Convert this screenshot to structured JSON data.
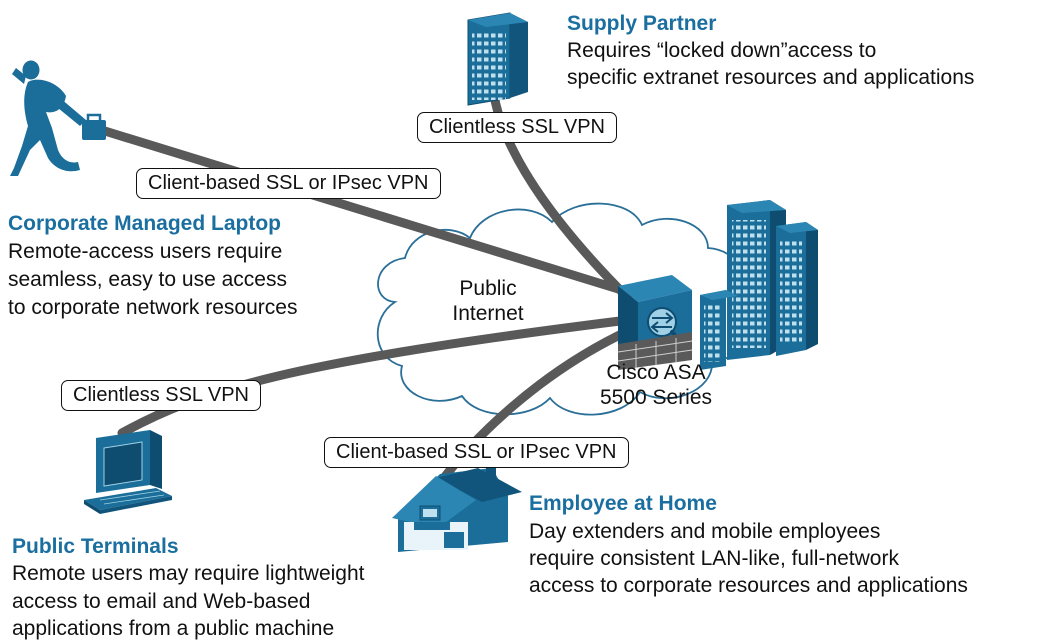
{
  "nodes": {
    "supply_partner": {
      "title": "Supply Partner",
      "desc": [
        "Requires “locked down”access to",
        "specific extranet resources and applications"
      ],
      "icon": "office-building-icon"
    },
    "corporate_laptop": {
      "title": "Corporate Managed Laptop",
      "desc": [
        "Remote-access users require",
        "seamless, easy to use access",
        "to corporate network resources"
      ],
      "icon": "running-businessman-icon"
    },
    "public_terminals": {
      "title": "Public Terminals",
      "desc": [
        "Remote users may require lightweight",
        "access to email and Web-based",
        "applications from a public machine"
      ],
      "icon": "computer-terminal-icon"
    },
    "employee_home": {
      "title": "Employee at Home",
      "desc": [
        "Day extenders and mobile employees",
        "require consistent LAN-like, full-network",
        "access to corporate resources and applications"
      ],
      "icon": "house-with-computer-icon"
    }
  },
  "center": {
    "cloud_label": [
      "Public",
      "Internet"
    ],
    "device_label": [
      "Cisco ASA",
      "5500 Series"
    ],
    "device_icon": "firewall-appliance-icon",
    "hq_icon": "headquarters-buildings-icon"
  },
  "connections": {
    "supply_partner": "Clientless SSL VPN",
    "corporate_laptop": "Client-based SSL or IPsec VPN",
    "public_terminals": "Clientless SSL VPN",
    "employee_home": "Client-based SSL or IPsec VPN"
  },
  "colors": {
    "brand_blue": "#1b6fa0",
    "icon_blue": "#1a6e99",
    "line_gray": "#595959",
    "text": "#111111"
  }
}
